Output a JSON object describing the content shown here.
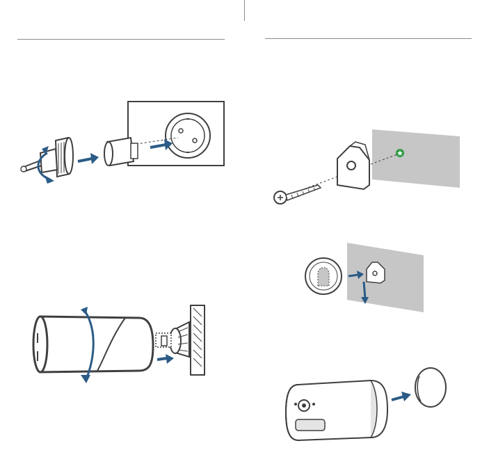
{
  "colors": {
    "line_art": "#3f3f3f",
    "arrow": "#2b5b86",
    "wall_gray": "#c6c6c6",
    "rule": "#8a8a8a",
    "marker_green": "#2e9b45"
  },
  "figures": [
    "adapter-to-wall-socket-illustration",
    "screw-and-mount-to-wall-illustration",
    "magnetic-mount-to-wall-bracket-illustration",
    "camera-twist-onto-wall-bracket-illustration",
    "camera-attach-to-magnetic-mount-illustration"
  ]
}
